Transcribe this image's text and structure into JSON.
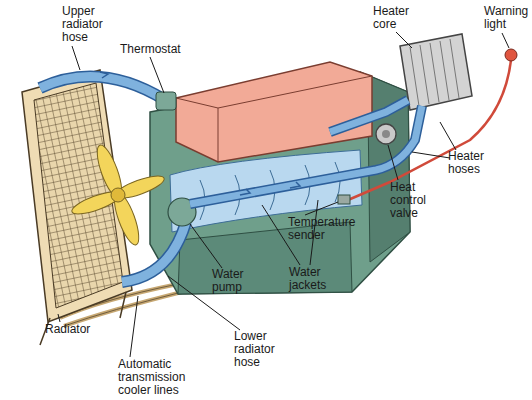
{
  "diagram": {
    "labels": [
      "Upper radiator hose",
      "Thermostat",
      "Heater core",
      "Warning light",
      "Heater hoses",
      "Heat control valve",
      "Temperature sender",
      "Water jackets",
      "Water pump",
      "Radiator",
      "Lower radiator hose",
      "Automatic transmission cooler lines"
    ]
  }
}
